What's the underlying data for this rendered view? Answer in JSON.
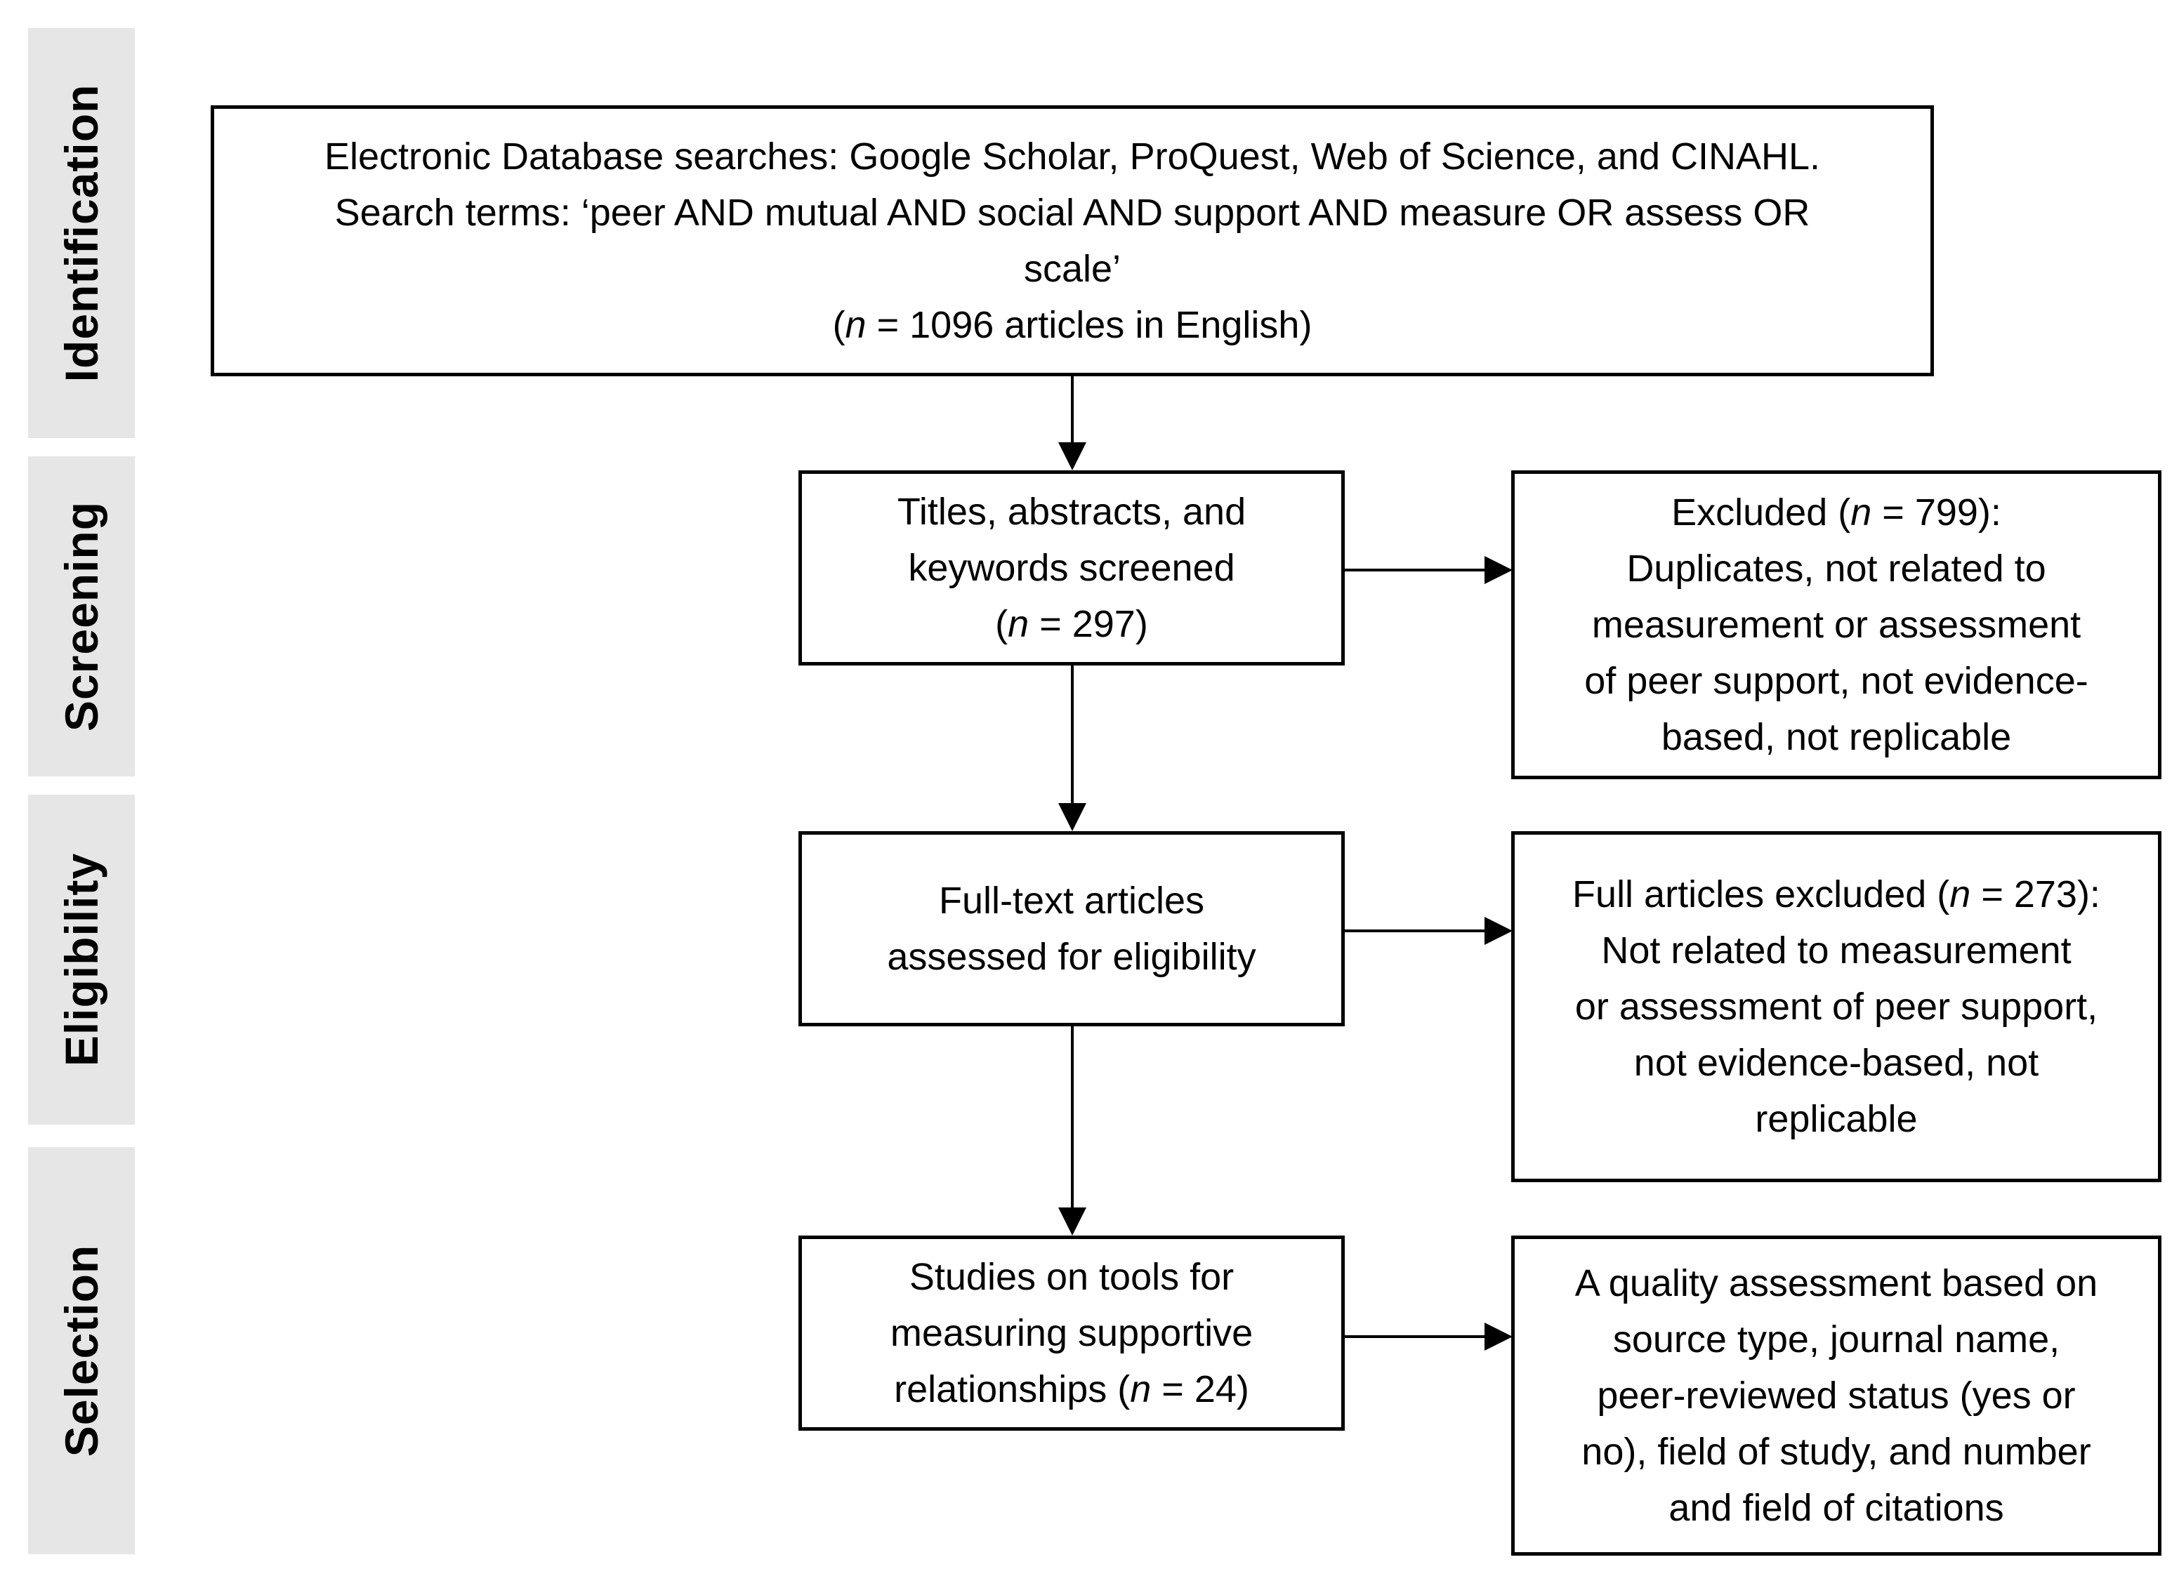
{
  "colors": {
    "stage_bg": "#e6e6e6",
    "stroke": "#000000",
    "background": "#ffffff"
  },
  "stages": {
    "identification": "Identification",
    "screening": "Screening",
    "eligibility": "Eligibility",
    "selection": "Selection"
  },
  "identification_box": {
    "line1": "Electronic Database searches: Google Scholar, ProQuest, Web of Science, and CINAHL.",
    "line2": "Search terms: ‘peer AND mutual AND social AND support AND measure OR assess OR",
    "line3": "scale’",
    "line4_open": "(",
    "line4_n": "n",
    "line4_rest": " = 1096 articles in English)"
  },
  "screening_box": {
    "line1": "Titles, abstracts, and",
    "line2": "keywords screened",
    "line3_open": "(",
    "line3_n": "n",
    "line3_rest": " = 297)"
  },
  "screening_excluded": {
    "line1_pre": "Excluded (",
    "line1_n": "n",
    "line1_rest": " = 799):",
    "line2": "Duplicates, not related to",
    "line3": "measurement or assessment",
    "line4": "of peer support, not evidence-",
    "line5": "based, not replicable"
  },
  "eligibility_box": {
    "line1": "Full-text articles",
    "line2": "assessed for eligibility"
  },
  "eligibility_excluded": {
    "line1_pre": "Full articles excluded (",
    "line1_n": "n",
    "line1_rest": " = 273):",
    "line2": "Not related to measurement",
    "line3": "or assessment of peer support,",
    "line4": "not evidence-based, not",
    "line5": "replicable"
  },
  "selection_box": {
    "line1": "Studies on tools for",
    "line2": "measuring supportive",
    "line3_pre": "relationships (",
    "line3_n": "n",
    "line3_rest": " = 24)"
  },
  "quality_box": {
    "line1": "A quality assessment based on",
    "line2": "source type, journal name,",
    "line3": "peer-reviewed status (yes or",
    "line4": "no), field of study, and number",
    "line5": "and field of citations"
  }
}
